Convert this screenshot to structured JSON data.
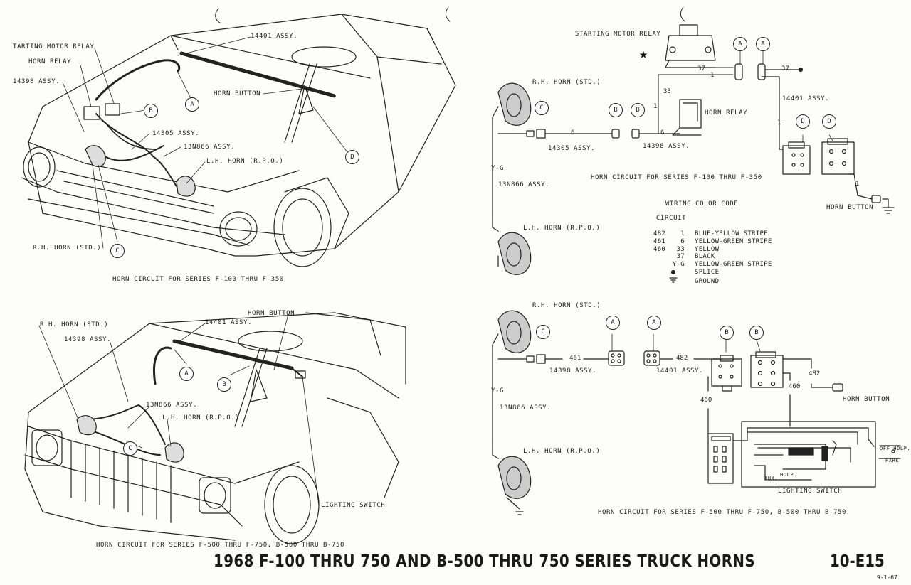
{
  "diagram": {
    "title": "1968 F-100 THRU 750 AND B-500 THRU 750 SERIES TRUCK HORNS",
    "page_code": "10-E15",
    "page_date": "9-1-67",
    "top_left": {
      "caption": "HORN CIRCUIT FOR SERIES F-100 THRU F-350",
      "labels": {
        "starting_motor_relay": "TARTING MOTOR RELAY",
        "horn_relay": "HORN RELAY",
        "assy_14398": "14398 ASSY.",
        "assy_14401": "14401 ASSY.",
        "horn_button": "HORN BUTTON",
        "assy_14305": "14305 ASSY.",
        "assy_13n866": "13N866 ASSY.",
        "lh_horn": "L.H. HORN (R.P.O.)",
        "rh_horn": "R.H. HORN (STD.)"
      },
      "callouts": {
        "a": "A",
        "b": "B",
        "c": "C",
        "d": "D"
      }
    },
    "bottom_left": {
      "caption": "HORN CIRCUIT FOR SERIES F-500 THRU F-750, B-500 THRU B-750",
      "labels": {
        "rh_horn": "R.H. HORN (STD.)",
        "horn_button": "HORN BUTTON",
        "assy_14401": "14401 ASSY.",
        "assy_14398": "14398 ASSY.",
        "assy_13n866": "13N866 ASSY.",
        "lh_horn": "L.H. HORN (R.P.O.)",
        "lighting_switch": "LIGHTING SWITCH"
      },
      "callouts": {
        "a": "A",
        "b": "B",
        "c": "C"
      }
    },
    "top_right": {
      "caption": "HORN CIRCUIT FOR SERIES F-100 THRU F-350",
      "labels": {
        "starting_motor_relay": "STARTING MOTOR RELAY",
        "rh_horn": "R.H. HORN (STD.)",
        "assy_14305": "14305 ASSY.",
        "assy_14398": "14398 ASSY.",
        "horn_relay": "HORN RELAY",
        "assy_14401": "14401 ASSY.",
        "horn_button": "HORN BUTTON",
        "yg": "Y-G",
        "assy_13n866": "13N866 ASSY.",
        "lh_horn": "L.H. HORN (R.P.O.)"
      },
      "wire_numbers": {
        "w37a": "37",
        "w37b": "37",
        "w1a": "1",
        "w1b": "1",
        "w1c": "1",
        "w1d": "1",
        "w33": "33",
        "w6a": "6",
        "w6b": "6"
      },
      "callouts": {
        "a1": "A",
        "a2": "A",
        "b1": "B",
        "b2": "B",
        "c": "C",
        "d1": "D",
        "d2": "D"
      },
      "star": "★"
    },
    "legend": {
      "title": "WIRING COLOR CODE",
      "subtitle": "CIRCUIT",
      "rows": [
        {
          "code": "482",
          "num": "1",
          "desc": "BLUE-YELLOW STRIPE"
        },
        {
          "code": "461",
          "num": "6",
          "desc": "YELLOW-GREEN STRIPE"
        },
        {
          "code": "460",
          "num": "33",
          "desc": "YELLOW"
        },
        {
          "code": "",
          "num": "37",
          "desc": "BLACK"
        },
        {
          "code": "",
          "num": "Y-G",
          "desc": "YELLOW-GREEN STRIPE"
        },
        {
          "code": "",
          "num": "●",
          "desc": "SPLICE"
        },
        {
          "code": "",
          "num": "⏚",
          "desc": "GROUND"
        }
      ]
    },
    "bottom_right": {
      "caption": "HORN CIRCUIT FOR SERIES F-500 THRU F-750, B-500 THRU B-750",
      "labels": {
        "rh_horn": "R.H. HORN (STD.)",
        "assy_14398": "14398 ASSY.",
        "assy_14401": "14401 ASSY.",
        "horn_button": "HORN BUTTON",
        "yg": "Y-G",
        "assy_13n866": "13N866 ASSY.",
        "lh_horn": "L.H. HORN (R.P.O.)",
        "lighting_switch": "LIGHTING SWITCH",
        "off_hdlp": "OFF HDLP.",
        "park": "PARK",
        "aux": "AUX.",
        "hdlp": "HDLP."
      },
      "wire_numbers": {
        "w461": "461",
        "w482a": "482",
        "w482b": "482",
        "w460a": "460",
        "w460b": "460"
      },
      "callouts": {
        "a1": "A",
        "a2": "A",
        "b1": "B",
        "b2": "B",
        "c": "C"
      }
    }
  }
}
